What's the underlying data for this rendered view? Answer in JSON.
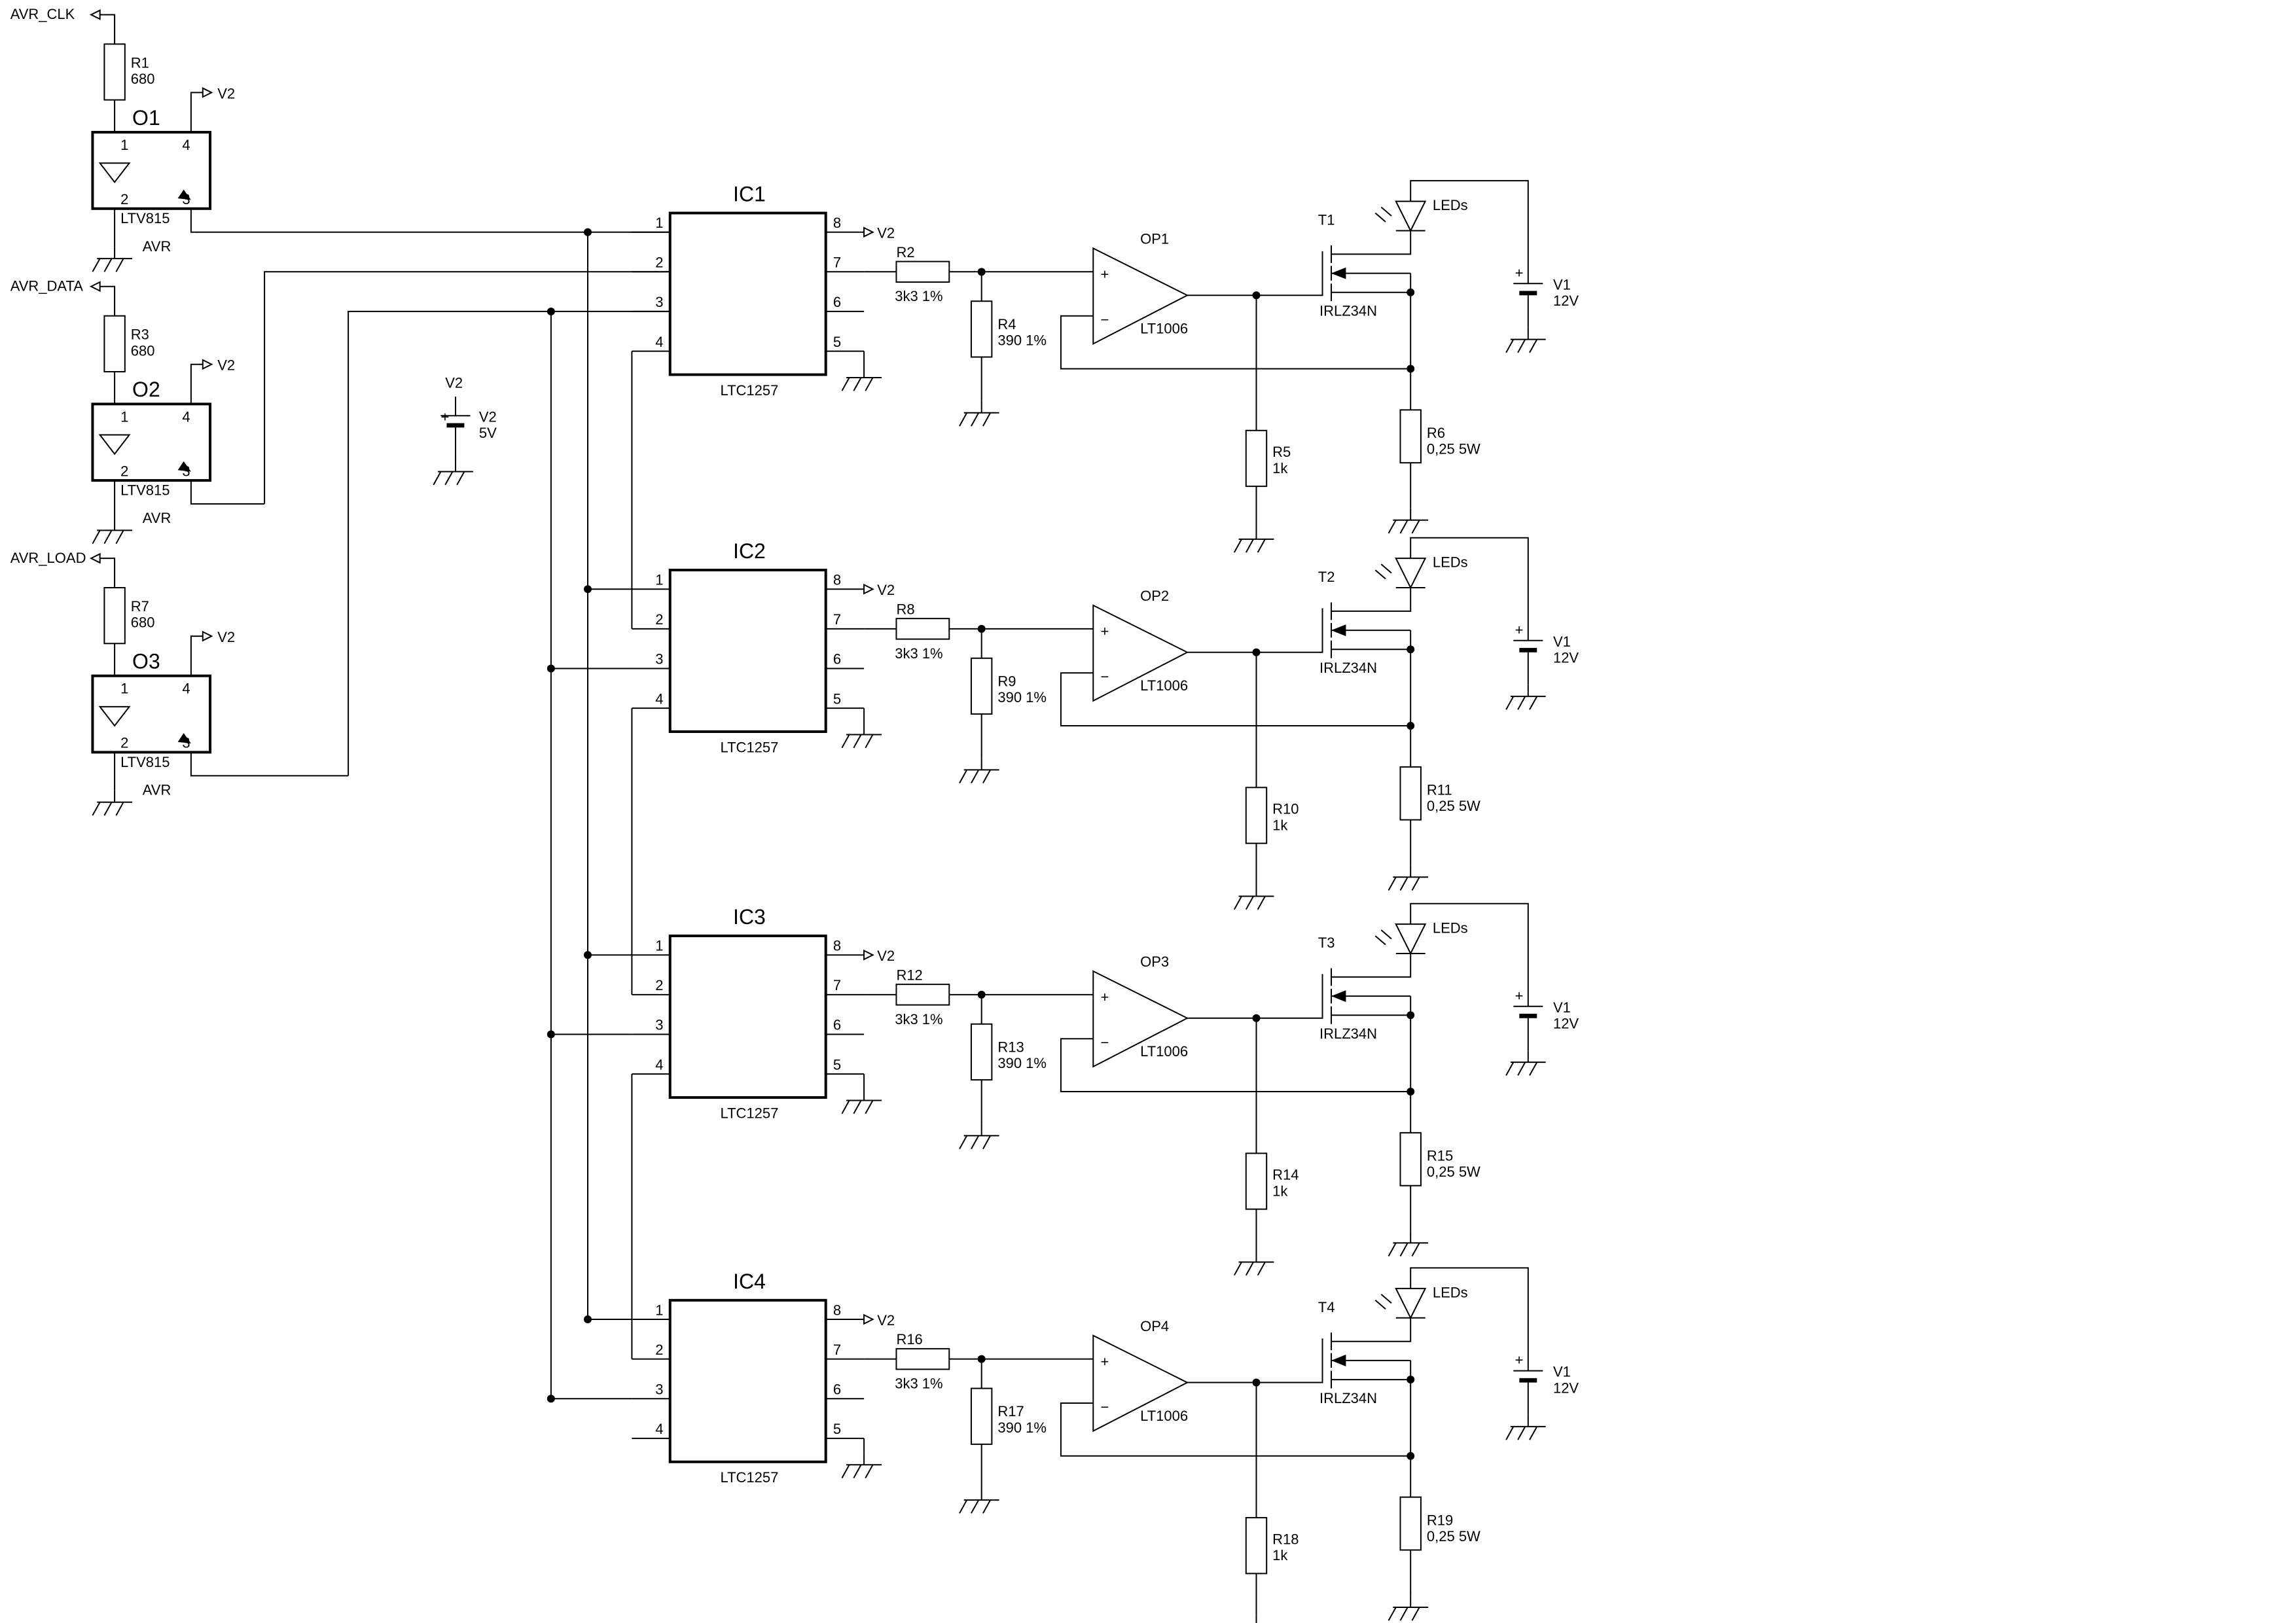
{
  "colors": {
    "ink": "#000000",
    "paper": "#ffffff"
  },
  "inputs": [
    {
      "net": "AVR_CLK",
      "res_ref": "R1",
      "res_val": "680",
      "opto_ref": "O1",
      "opto_part": "LTV815",
      "ground": "AVR",
      "pins": [
        "1",
        "2",
        "3",
        "4"
      ],
      "supply": "V2"
    },
    {
      "net": "AVR_DATA",
      "res_ref": "R3",
      "res_val": "680",
      "opto_ref": "O2",
      "opto_part": "LTV815",
      "ground": "AVR",
      "pins": [
        "1",
        "2",
        "3",
        "4"
      ],
      "supply": "V2"
    },
    {
      "net": "AVR_LOAD",
      "res_ref": "R7",
      "res_val": "680",
      "opto_ref": "O3",
      "opto_part": "LTV815",
      "ground": "AVR",
      "pins": [
        "1",
        "2",
        "3",
        "4"
      ],
      "supply": "V2"
    }
  ],
  "supply5v": {
    "net": "V2",
    "ref": "V2",
    "value": "5V"
  },
  "channels": [
    {
      "ic": "IC1",
      "ic_part": "LTC1257",
      "pins": [
        "1",
        "2",
        "3",
        "4",
        "5",
        "6",
        "7",
        "8"
      ],
      "vref": "V2",
      "rs_ref": "R2",
      "rs_val": "3k3 1%",
      "rd_ref": "R4",
      "rd_val": "390 1%",
      "op_ref": "OP1",
      "op_part": "LT1006",
      "plus": "+",
      "minus": "−",
      "t_ref": "T1",
      "t_part": "IRLZ34N",
      "rg_ref": "R5",
      "rg_val": "1k",
      "rsense_ref": "R6",
      "rsense_val": "0,25 5W",
      "led": "LEDs",
      "bat_ref": "V1",
      "bat_val": "12V"
    },
    {
      "ic": "IC2",
      "ic_part": "LTC1257",
      "pins": [
        "1",
        "2",
        "3",
        "4",
        "5",
        "6",
        "7",
        "8"
      ],
      "vref": "V2",
      "rs_ref": "R8",
      "rs_val": "3k3 1%",
      "rd_ref": "R9",
      "rd_val": "390 1%",
      "op_ref": "OP2",
      "op_part": "LT1006",
      "plus": "+",
      "minus": "−",
      "t_ref": "T2",
      "t_part": "IRLZ34N",
      "rg_ref": "R10",
      "rg_val": "1k",
      "rsense_ref": "R11",
      "rsense_val": "0,25 5W",
      "led": "LEDs",
      "bat_ref": "V1",
      "bat_val": "12V"
    },
    {
      "ic": "IC3",
      "ic_part": "LTC1257",
      "pins": [
        "1",
        "2",
        "3",
        "4",
        "5",
        "6",
        "7",
        "8"
      ],
      "vref": "V2",
      "rs_ref": "R12",
      "rs_val": "3k3 1%",
      "rd_ref": "R13",
      "rd_val": "390 1%",
      "op_ref": "OP3",
      "op_part": "LT1006",
      "plus": "+",
      "minus": "−",
      "t_ref": "T3",
      "t_part": "IRLZ34N",
      "rg_ref": "R14",
      "rg_val": "1k",
      "rsense_ref": "R15",
      "rsense_val": "0,25 5W",
      "led": "LEDs",
      "bat_ref": "V1",
      "bat_val": "12V"
    },
    {
      "ic": "IC4",
      "ic_part": "LTC1257",
      "pins": [
        "1",
        "2",
        "3",
        "4",
        "5",
        "6",
        "7",
        "8"
      ],
      "vref": "V2",
      "rs_ref": "R16",
      "rs_val": "3k3 1%",
      "rd_ref": "R17",
      "rd_val": "390 1%",
      "op_ref": "OP4",
      "op_part": "LT1006",
      "plus": "+",
      "minus": "−",
      "t_ref": "T4",
      "t_part": "IRLZ34N",
      "rg_ref": "R18",
      "rg_val": "1k",
      "rsense_ref": "R19",
      "rsense_val": "0,25 5W",
      "led": "LEDs",
      "bat_ref": "V1",
      "bat_val": "12V"
    }
  ]
}
